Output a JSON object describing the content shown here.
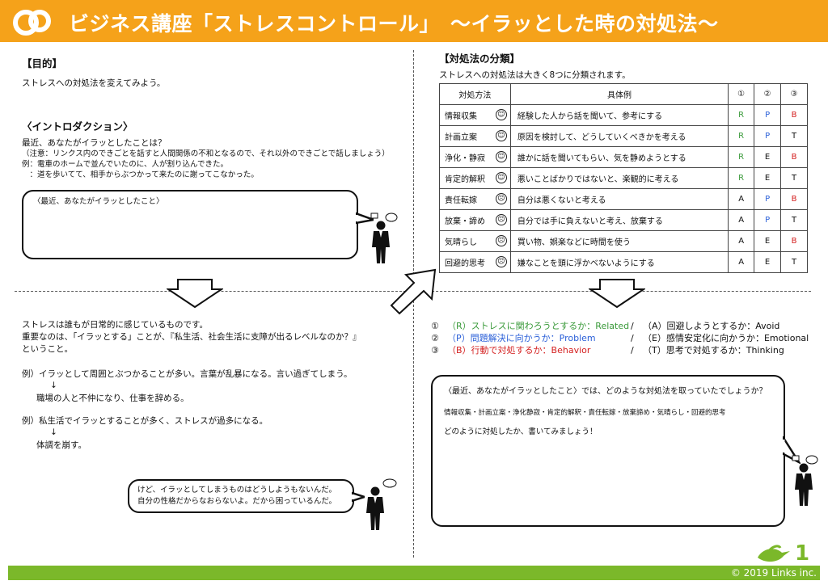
{
  "header": {
    "title": "ビジネス講座「ストレスコントロール」　～イラッとした時の対処法～",
    "accent_color": "#F5A21A"
  },
  "purpose": {
    "heading": "【目的】",
    "text": "ストレスへの対処法を変えてみよう。"
  },
  "intro": {
    "heading": "〈イントロダクション〉",
    "lines": [
      "最近、あなたがイラッとしたことは？",
      "（注意：リンクス内のできごとを話すと人間関係の不和となるので、それ以外のできごとで話しましょう）",
      "例：電車のホームで並んでいたのに、人が割り込んできた。",
      "　：道を歩いてて、相手からぶつかって来たのに謝ってこなかった。"
    ],
    "bubble_label": "〈最近、あなたがイラッとしたこと〉"
  },
  "stress": {
    "lines": [
      "ストレスは誰もが日常的に感じているものです。",
      "重要なのは、「イラッとする」ことが、『私生活、社会生活に支障が出るレベルなのか？』",
      "ということ。",
      "例）イラッとして周囲とぶつかることが多い。言葉が乱暴になる。言い過ぎてしまう。",
      "↓",
      "職場の人と不仲になり、仕事を辞める。",
      "例）私生活でイラッとすることが多く、ストレスが過多になる。",
      "↓",
      "体調を崩す。"
    ],
    "bubble_lines": [
      "けど、イラッとしてしまうものはどうしようもないんだ。",
      "自分の性格だからなおらないよ。だから困っているんだ。"
    ]
  },
  "classification": {
    "heading": "【対処法の分類】",
    "subtitle": "ストレスへの対処法は大きく8つに分類されます。",
    "columns": [
      "対処方法",
      "具体例",
      "①",
      "②",
      "③"
    ],
    "rows": [
      {
        "method": "情報収集",
        "face": "☺",
        "example": "経験した人から話を聞いて、参考にする",
        "c1": "R",
        "c2": "P",
        "c3": "B"
      },
      {
        "method": "計画立案",
        "face": "☺",
        "example": "原因を検討して、どうしていくべきかを考える",
        "c1": "R",
        "c2": "P",
        "c3": "T"
      },
      {
        "method": "浄化・静寂",
        "face": "☺",
        "example": "誰かに話を聞いてもらい、気を静めようとする",
        "c1": "R",
        "c2": "E",
        "c3": "B"
      },
      {
        "method": "肯定的解釈",
        "face": "☺",
        "example": "悪いことばかりではないと、楽観的に考える",
        "c1": "R",
        "c2": "E",
        "c3": "T"
      },
      {
        "method": "責任転嫁",
        "face": "☹",
        "example": "自分は悪くないと考える",
        "c1": "A",
        "c2": "P",
        "c3": "B"
      },
      {
        "method": "放棄・諦め",
        "face": "☹",
        "example": "自分では手に負えないと考え、放棄する",
        "c1": "A",
        "c2": "P",
        "c3": "T"
      },
      {
        "method": "気晴らし",
        "face": "☹",
        "example": "買い物、娯楽などに時間を使う",
        "c1": "A",
        "c2": "E",
        "c3": "B"
      },
      {
        "method": "回避的思考",
        "face": "☹",
        "example": "嫌なことを頭に浮かべないようにする",
        "c1": "A",
        "c2": "E",
        "c3": "T"
      }
    ]
  },
  "legend": [
    {
      "num": "①",
      "left": "（R）ストレスに関わろうとするか：Related",
      "right": "（A）回避しようとするか：Avoid",
      "color": "#3a9a3a"
    },
    {
      "num": "②",
      "left": "（P）問題解決に向かうか：Problem",
      "right": "（E）感情安定化に向かうか：Emotional",
      "color": "#2a5fd8"
    },
    {
      "num": "③",
      "left": "（B）行動で対処するか：Behavior",
      "right": "（T）思考で対処するか：Thinking",
      "color": "#d42020"
    }
  ],
  "question": {
    "lines": [
      "〈最近、あなたがイラッとしたこと〉では、どのような対処法を取っていたでしょうか？",
      "情報収集・計画立案・浄化静寂・肯定的解釈・責任転嫁・放棄諦め・気晴らし・回避的思考",
      "どのように対処したか、書いてみましょう！"
    ]
  },
  "footer": {
    "copyright": "© 2019 Links inc.",
    "page": "1",
    "bar_color": "#7BB82A"
  }
}
